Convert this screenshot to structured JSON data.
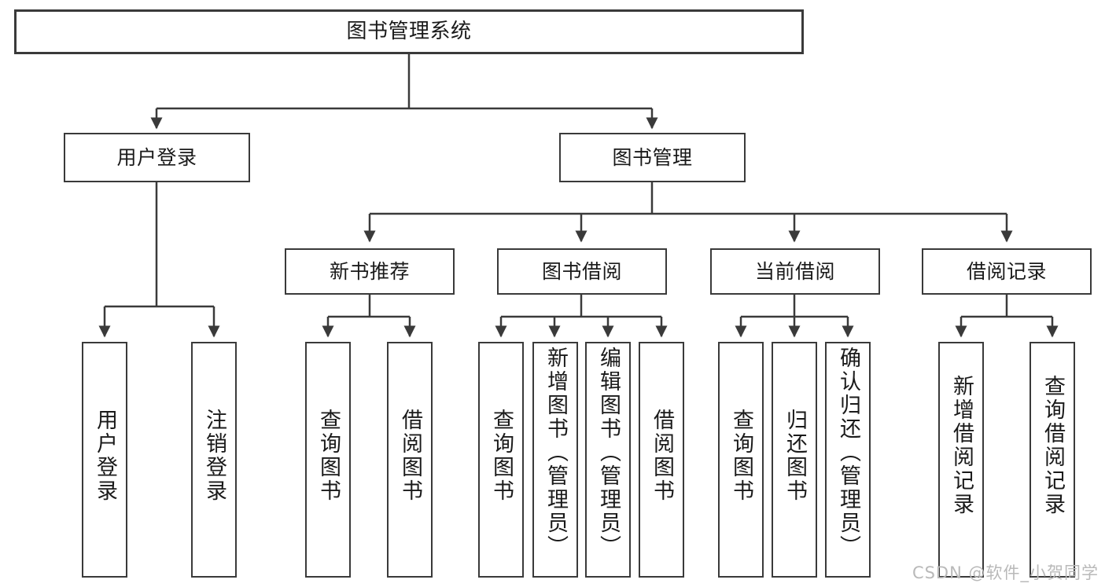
{
  "diagram": {
    "title": "图书管理系统",
    "watermark": "CSDN @软件_小贺同学",
    "line_color": "#3a3a3a",
    "box_fill": "#ffffff",
    "text_color": "#1a1a1a",
    "watermark_color": "#b9b9b9",
    "root": {
      "label": "图书管理系统"
    },
    "level2": [
      {
        "label": "用户登录"
      },
      {
        "label": "图书管理"
      }
    ],
    "level3": [
      {
        "label": "新书推荐"
      },
      {
        "label": "图书借阅"
      },
      {
        "label": "当前借阅"
      },
      {
        "label": "借阅记录"
      }
    ],
    "leaves": {
      "user_login": [
        {
          "label": "用户登录"
        },
        {
          "label": "注销登录"
        }
      ],
      "new_book_recommend": [
        {
          "label": "查询图书"
        },
        {
          "label": "借阅图书"
        }
      ],
      "book_borrow": [
        {
          "label": "查询图书"
        },
        {
          "label": "新增图书（管理员）"
        },
        {
          "label": "编辑图书（管理员）"
        },
        {
          "label": "借阅图书"
        }
      ],
      "current_borrow": [
        {
          "label": "查询图书"
        },
        {
          "label": "归还图书"
        },
        {
          "label": "确认归还（管理员）"
        }
      ],
      "borrow_record": [
        {
          "label": "新增借阅记录"
        },
        {
          "label": "查询借阅记录"
        }
      ]
    }
  }
}
